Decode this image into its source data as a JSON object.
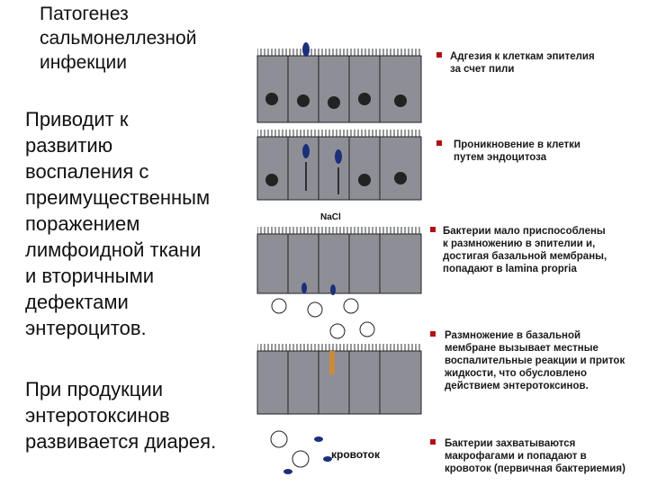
{
  "title": "Патогенез\nсальмонеллезной\nинфекции",
  "paragraph1": "Приводит к\nразвитию\nвоспаления с\nпреимущественным\nпоражением\nлимфоидной ткани\nи вторичными\nдефектами\nэнтероцитов.",
  "paragraph2": "При продукции\nэнтеротоксинов\nразвивается диарея.",
  "diagram": {
    "nacl_label": "NaCl",
    "bloodstream_label": "кровоток",
    "bullet_color": "#b11111"
  },
  "notes": [
    "Адгезия к клеткам эпителия\nза счет пили",
    "Проникновение в клетки\nпутем эндоцитоза",
    "Бактерии мало приспособлены\nк размножению в эпителии и,\nдостигая базальной мембраны,\nпопадают в lamina propria",
    "Размножение в базальной\nмембране вызывает местные\nвоспалительные реакции и приток\nжидкости, что обусловлено\nдействием энтеротоксинов.",
    "Бактерии захватываются\nмакрофагами и попадают в\nкровоток (первичная бактериемия)"
  ]
}
